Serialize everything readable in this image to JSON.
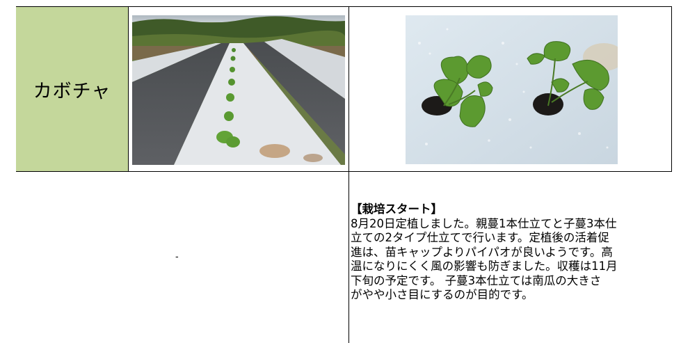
{
  "crop": {
    "name": "カボチャ"
  },
  "photos": [
    {
      "icon": "field-rows-photo"
    },
    {
      "icon": "seedling-closeup-photo"
    }
  ],
  "lower_left": {
    "text": "-"
  },
  "notes": {
    "heading": "【栽培スタート】",
    "body_lines": [
      "8月20日定植しました。親蔓1本仕立てと子蔓3本仕",
      "立ての2タイプ仕立てで行います。定植後の活着促",
      "進は、苗キャップよりパイパオが良いようです。高",
      "温になりにくく風の影響も防ぎました。収穫は11月",
      "下旬の予定です。 子蔓3本仕立ては南瓜の大きさ",
      "がやや小さ目にするのが目的です。"
    ]
  },
  "colors": {
    "label_background": "#c4d79b",
    "border": "#000000"
  }
}
